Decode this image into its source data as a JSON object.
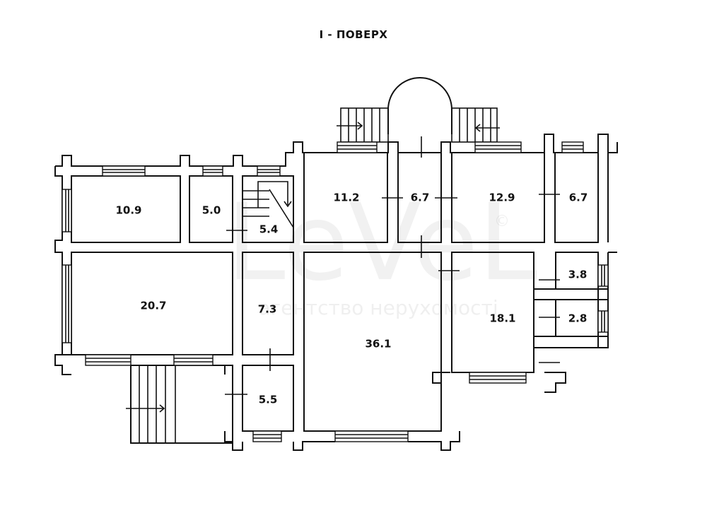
{
  "title": "І - ПОВЕРХ",
  "watermark": {
    "brand": "LeVeL",
    "copyright": "©",
    "tagline": "агентство нерухомості"
  },
  "rooms": [
    {
      "id": "r1",
      "area": "10.9"
    },
    {
      "id": "r2",
      "area": "5.0"
    },
    {
      "id": "r3",
      "area": "5.4"
    },
    {
      "id": "r4",
      "area": "11.2"
    },
    {
      "id": "r5",
      "area": "6.7"
    },
    {
      "id": "r6",
      "area": "12.9"
    },
    {
      "id": "r7",
      "area": "6.7"
    },
    {
      "id": "r8",
      "area": "20.7"
    },
    {
      "id": "r9",
      "area": "7.3"
    },
    {
      "id": "r10",
      "area": "36.1"
    },
    {
      "id": "r11",
      "area": "3.8"
    },
    {
      "id": "r12",
      "area": "18.1"
    },
    {
      "id": "r13",
      "area": "2.8"
    },
    {
      "id": "r14",
      "area": "5.5"
    }
  ]
}
